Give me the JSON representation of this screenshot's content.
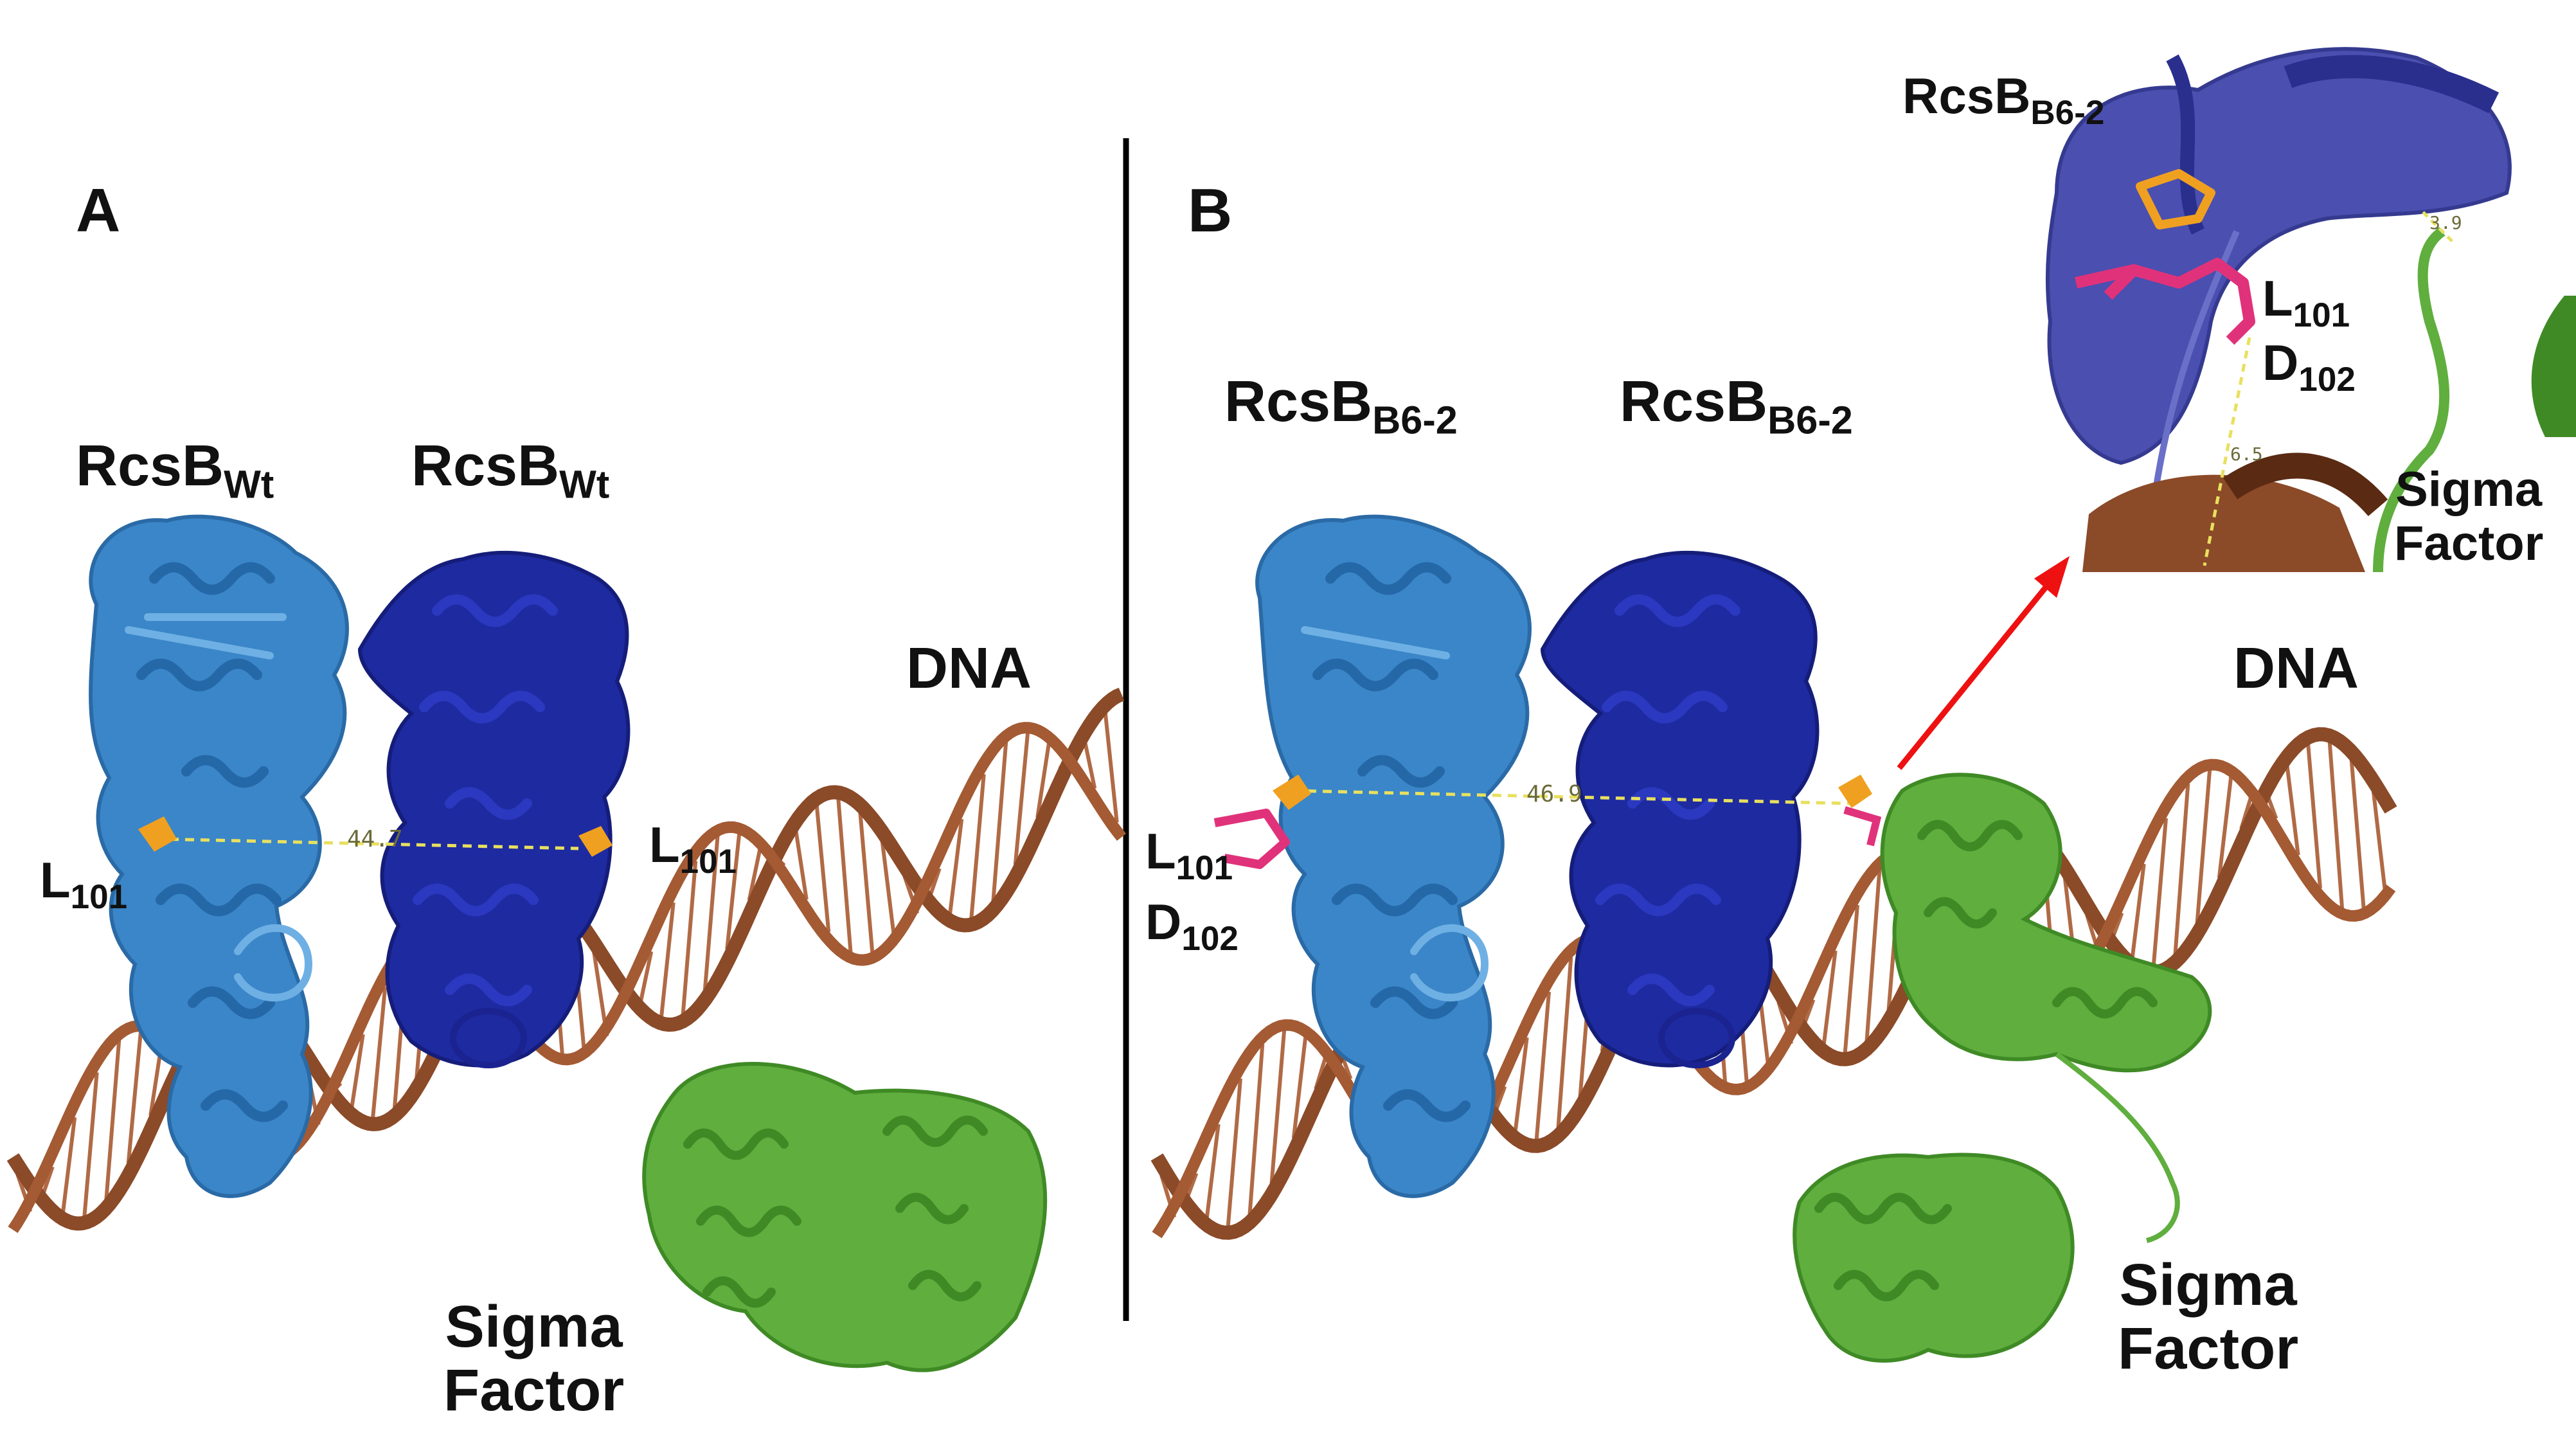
{
  "panels": {
    "a": "A",
    "b": "B"
  },
  "labels": {
    "rcsb": "RcsB",
    "wt_sub": "Wt",
    "b62_sub": "B6-2",
    "dna": "DNA",
    "sigma_line1": "Sigma",
    "sigma_line2": "Factor",
    "leu": "L",
    "leu_num": "101",
    "asp": "D",
    "asp_num": "102"
  },
  "distances": {
    "panel_a": "44.7",
    "panel_b": "46.9",
    "inset_1": "3.9",
    "inset_2": "6.5"
  },
  "colors": {
    "rcsb_light": "#3a86c8",
    "rcsb_dark": "#1e2aa0",
    "inset_blue": "#4a4fb0",
    "dna": "#8b4a28",
    "sigma": "#5fae3e",
    "leu_residue": "#f0a020",
    "asp_residue": "#e0327a",
    "distance_line": "#e8e060",
    "arrow": "#ee1111",
    "divider": "#000000"
  }
}
